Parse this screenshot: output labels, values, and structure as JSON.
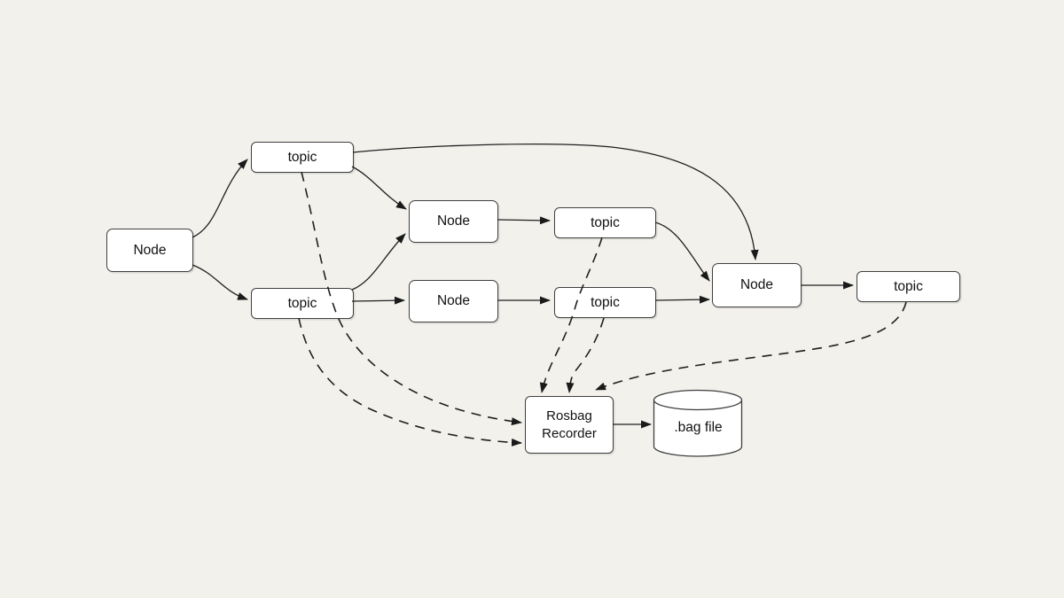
{
  "diagram": {
    "type": "flow-diagram",
    "subject": "ROS rosbag recording data flow",
    "colors": {
      "bg": "#f2f1ec",
      "box_fill": "#ffffff",
      "box_border": "#3f3f3f",
      "edge": "#1f1f1f"
    },
    "nodes": {
      "node_left": {
        "label": "Node",
        "shape": "rounded-rect"
      },
      "topic_top": {
        "label": "topic",
        "shape": "rounded-rect"
      },
      "topic_mid_left": {
        "label": "topic",
        "shape": "rounded-rect"
      },
      "node_mid_upper": {
        "label": "Node",
        "shape": "rounded-rect"
      },
      "node_mid_lower": {
        "label": "Node",
        "shape": "rounded-rect"
      },
      "topic_mid_upper": {
        "label": "topic",
        "shape": "rounded-rect"
      },
      "topic_mid_lower": {
        "label": "topic",
        "shape": "rounded-rect"
      },
      "node_right": {
        "label": "Node",
        "shape": "rounded-rect"
      },
      "topic_right": {
        "label": "topic",
        "shape": "rounded-rect"
      },
      "rosbag_recorder": {
        "label": "Rosbag Recorder",
        "shape": "rounded-rect"
      },
      "bag_file": {
        "label": ".bag file",
        "shape": "cylinder"
      }
    },
    "edges": [
      {
        "from": "node_left",
        "to": "topic_top",
        "style": "solid"
      },
      {
        "from": "node_left",
        "to": "topic_mid_left",
        "style": "solid"
      },
      {
        "from": "topic_top",
        "to": "node_mid_upper",
        "style": "solid"
      },
      {
        "from": "topic_top",
        "to": "node_right",
        "style": "solid"
      },
      {
        "from": "topic_mid_left",
        "to": "node_mid_upper",
        "style": "solid"
      },
      {
        "from": "topic_mid_left",
        "to": "node_mid_lower",
        "style": "solid"
      },
      {
        "from": "node_mid_upper",
        "to": "topic_mid_upper",
        "style": "solid"
      },
      {
        "from": "node_mid_lower",
        "to": "topic_mid_lower",
        "style": "solid"
      },
      {
        "from": "topic_mid_upper",
        "to": "node_right",
        "style": "solid"
      },
      {
        "from": "topic_mid_lower",
        "to": "node_right",
        "style": "solid"
      },
      {
        "from": "node_right",
        "to": "topic_right",
        "style": "solid"
      },
      {
        "from": "rosbag_recorder",
        "to": "bag_file",
        "style": "solid"
      },
      {
        "from": "topic_top",
        "to": "rosbag_recorder",
        "style": "dashed"
      },
      {
        "from": "topic_mid_left",
        "to": "rosbag_recorder",
        "style": "dashed"
      },
      {
        "from": "topic_mid_upper",
        "to": "rosbag_recorder",
        "style": "dashed"
      },
      {
        "from": "topic_mid_lower",
        "to": "rosbag_recorder",
        "style": "dashed"
      },
      {
        "from": "topic_right",
        "to": "rosbag_recorder",
        "style": "dashed"
      }
    ]
  }
}
